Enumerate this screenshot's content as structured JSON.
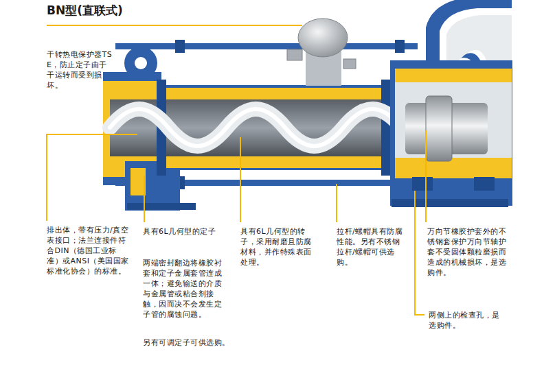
{
  "diagram": {
    "title": "BN型(直联式)",
    "labels": [
      "干转热电保护器TSE，防止定子由于干运转而受到损坏。",
      "排出体，带有压力/真空表接口；法兰连接件符合DIN（德国工业标准）或ANSI（美国国家标准化协会）的标准。",
      "具有6L几何型的定子",
      "两端密封翻边将橡胶衬套和定子金属套管连成一体；避免输送的介质与金属管或粘合剂接触，因而决不会发生定子管的腐蚀问题。",
      "另有可调定子可供选购。",
      "具有6L几何型的转子，采用耐磨且防腐材料，并作特殊表面处理。",
      "拉杆/螺帽具有防腐性能。另有不锈钢拉杆/螺帽可供选购。",
      "万向节橡胶护套外的不锈钢套保护万向节轴护套不受固体颗粒磨损而造成的机械损坏，是选购件。",
      "两侧上的检查孔，是选购件。"
    ]
  }
}
